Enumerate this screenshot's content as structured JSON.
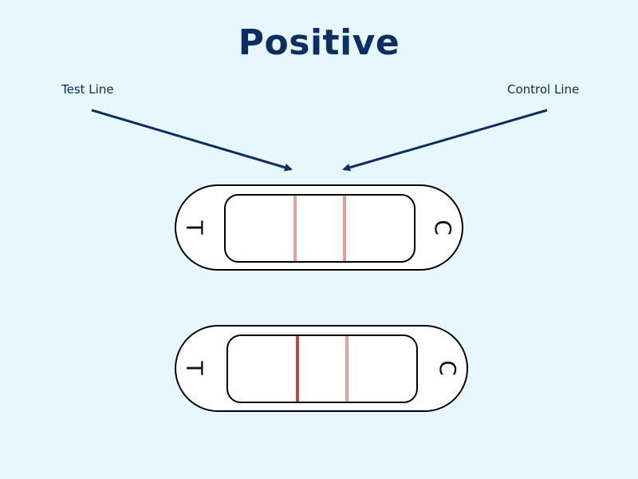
{
  "title": "Positive",
  "labels": {
    "test_line": "Test Line",
    "control_line": "Control Line"
  },
  "cassettes": [
    {
      "left_mark": "T",
      "right_mark": "C",
      "test_band_color": "#e3a3a3",
      "control_band_color": "#e0a0a0"
    },
    {
      "left_mark": "T",
      "right_mark": "C",
      "test_band_color": "#b84a4a",
      "control_band_color": "#dfa1a1"
    }
  ],
  "colors": {
    "background": "#e8f6fd",
    "title": "#0b2f63",
    "arrow": "#0b2f63"
  }
}
